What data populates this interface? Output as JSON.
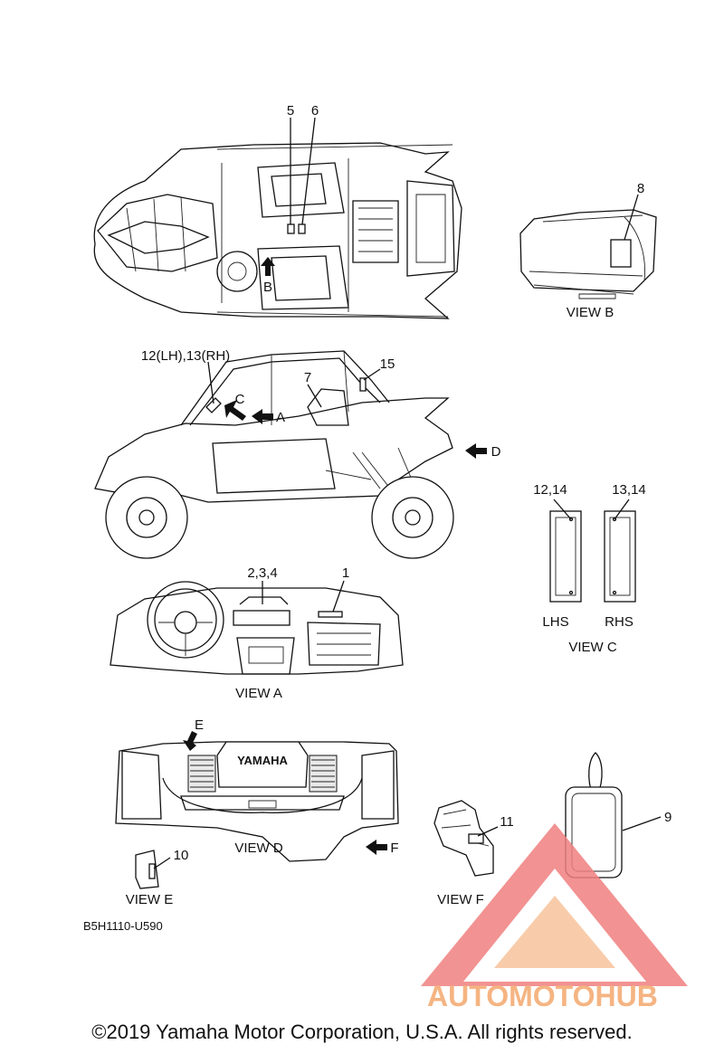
{
  "callouts": {
    "c1": "1",
    "c234": "2,3,4",
    "c5": "5",
    "c6": "6",
    "c7": "7",
    "c8": "8",
    "c9": "9",
    "c10": "10",
    "c11": "11",
    "c1213": "12(LH),13(RH)",
    "c1214": "12,14",
    "c1314": "13,14",
    "c15": "15"
  },
  "view_markers": {
    "a": "A",
    "b": "B",
    "c": "C",
    "d": "D",
    "e": "E",
    "f": "F"
  },
  "view_titles": {
    "a": "VIEW A",
    "b": "VIEW B",
    "c": "VIEW C",
    "d": "VIEW D",
    "e": "VIEW E",
    "f": "VIEW F"
  },
  "side_labels": {
    "lhs": "LHS",
    "rhs": "RHS"
  },
  "diagram_code": "B5H1110-U590",
  "watermark": {
    "brand": "AUTOMOTOHUB",
    "color_primary": "#f08080",
    "color_secondary": "#f5b482",
    "color_dark": "#8a8a8a"
  },
  "copyright": "©2019 Yamaha Motor Corporation, U.S.A. All rights reserved.",
  "engine_badge": "YAMAHA"
}
